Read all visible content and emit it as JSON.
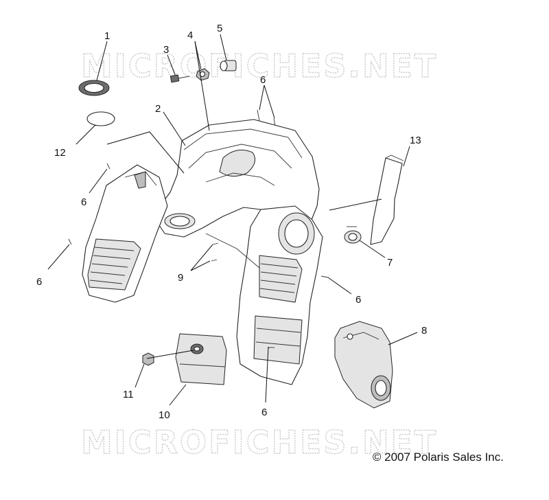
{
  "watermark": "MICROFICHES.NET",
  "copyright": "© 2007 Polaris Sales Inc.",
  "callouts": [
    "1",
    "2",
    "3",
    "4",
    "5",
    "6",
    "6",
    "6",
    "6",
    "6",
    "6",
    "7",
    "8",
    "9",
    "10",
    "11",
    "12",
    "13"
  ]
}
